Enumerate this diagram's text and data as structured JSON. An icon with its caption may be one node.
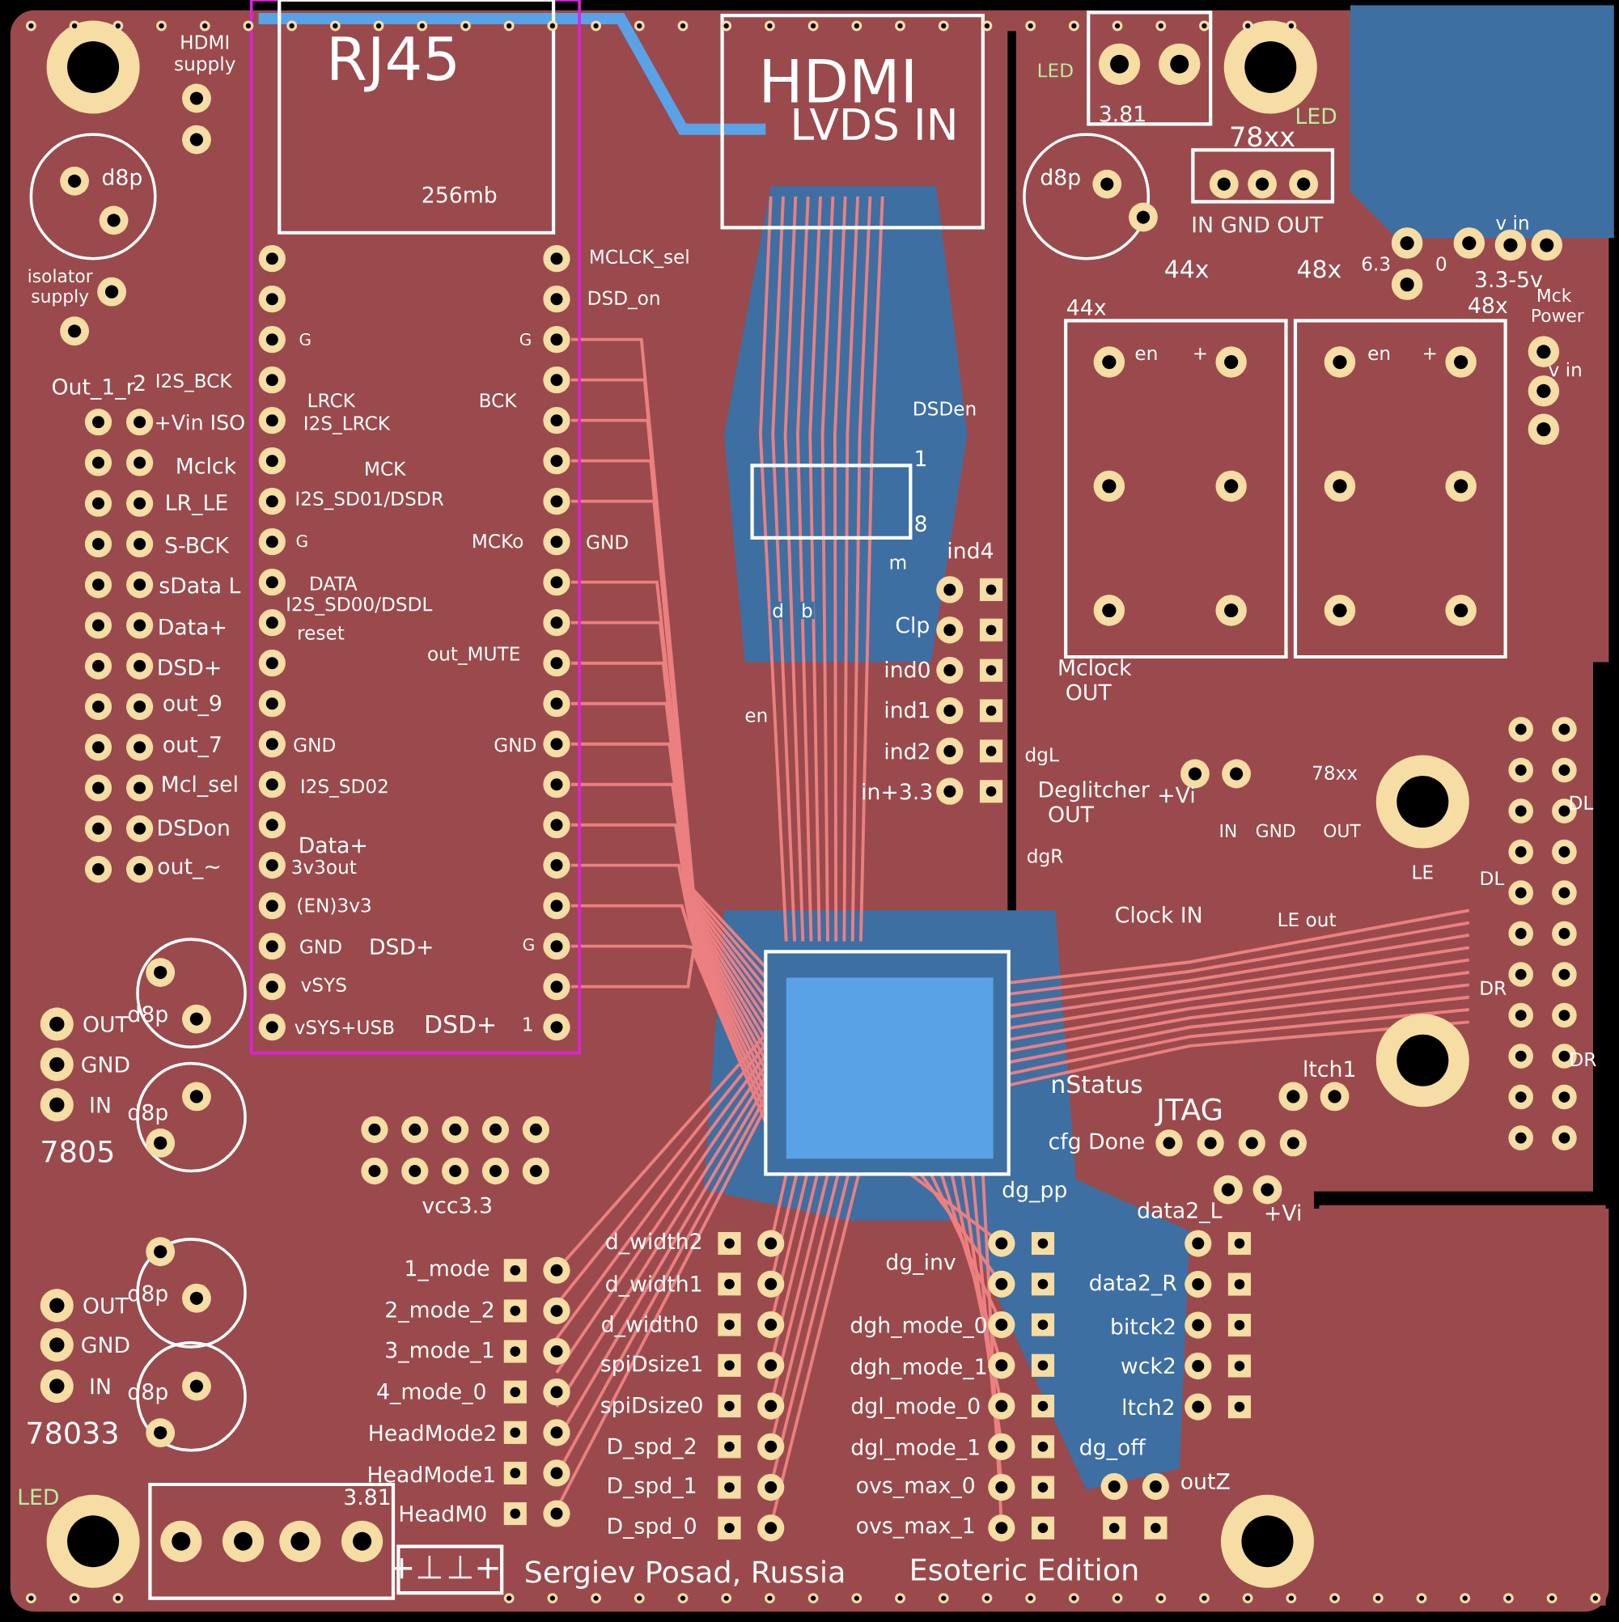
{
  "diagram": {
    "labels": [
      "HDMI supply",
      "RJ45",
      "256mb",
      "HDMI",
      "LVDS IN",
      "3.81",
      "LED",
      "LED",
      "78xx",
      "d8p",
      "d8p",
      "IN GND OUT",
      "v in",
      "44x",
      "48x",
      "6.3",
      "0",
      "3.3-5v",
      "isolator supply",
      "44x",
      "48x",
      "Mck Power",
      "MCLCK_sel",
      "DSD_on",
      "G",
      "G",
      "en",
      "+",
      "en",
      "+",
      "v in",
      "Out_1_r",
      "2",
      "I2S_BCK",
      "LRCK",
      "BCK",
      "DSDen",
      "+Vin ISO",
      "I2S_LRCK",
      "1",
      "Mclck",
      "MCK",
      "LR_LE",
      "I2S_SD01/DSDR",
      "8",
      "S-BCK",
      "G",
      "MCKo",
      "GND",
      "ind4",
      "m",
      "sData L",
      "DATA",
      "I2S_SD00/DSDL",
      "d",
      "b",
      "Data+",
      "Clp",
      "reset",
      "DSD+",
      "out_MUTE",
      "ind0",
      "Mclock OUT",
      "out_9",
      "ind1",
      "en",
      "GND",
      "GND",
      "out_7",
      "ind2",
      "dgL",
      "78xx",
      "Mcl_sel",
      "I2S_SD02",
      "in+3.3",
      "Deglitcher",
      "+Vi",
      "DL",
      "OUT",
      "DSDon",
      "IN",
      "GND",
      "OUT",
      "Data+",
      "dgR",
      "3v3out",
      "out_~",
      "LE",
      "DL",
      "(EN)3v3",
      "Clock IN",
      "LE out",
      "GND",
      "DSD+",
      "G",
      "vSYS",
      "DR",
      "OUT",
      "d8p",
      "vSYS+USB",
      "DSD+",
      "1",
      "GND",
      "ltch1",
      "DR",
      "IN",
      "d8p",
      "nStatus",
      "JTAG",
      "7805",
      "cfg Done",
      "dg_pp",
      "vcc3.3",
      "data2_L",
      "+Vi",
      "1_mode",
      "d_width2",
      "dg_inv",
      "d_width1",
      "data2_R",
      "d8p",
      "OUT",
      "2_mode_2",
      "d_width0",
      "dgh_mode_0",
      "bitck2",
      "GND",
      "3_mode_1",
      "spiDsize1",
      "dgh_mode_1",
      "wck2",
      "IN",
      "d8p",
      "4_mode_0",
      "spiDsize0",
      "dgl_mode_0",
      "ltch2",
      "78033",
      "HeadMode2",
      "D_spd_2",
      "dgl_mode_1",
      "dg_off",
      "HeadMode1",
      "outZ",
      "D_spd_1",
      "ovs_max_0",
      "LED",
      "3.81",
      "HeadM0",
      "D_spd_0",
      "ovs_max_1",
      "+⊥",
      "⊥+",
      "Sergiev Posad, Russia",
      "Esoteric Edition"
    ]
  }
}
